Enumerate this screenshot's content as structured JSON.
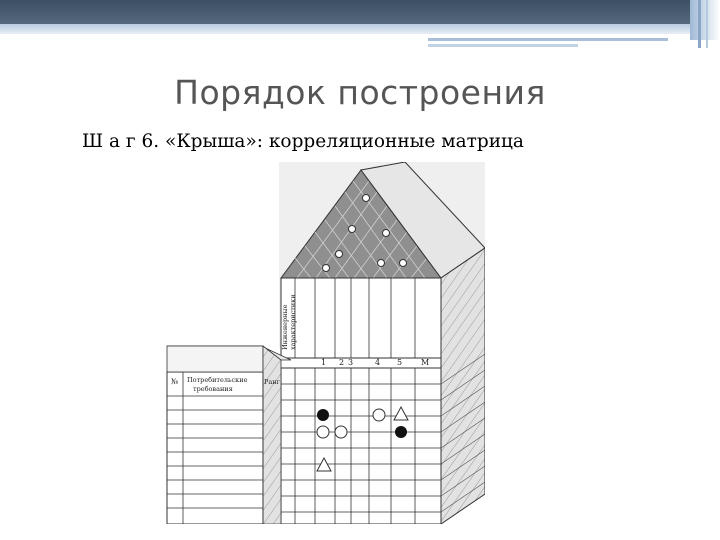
{
  "slide": {
    "title": "Порядок построения",
    "subtitle": "Ш а г 6. «Крыша»: корреляционные матрица"
  },
  "figure": {
    "engineering_label_line1": "Инженерные",
    "engineering_label_line2": "характеристики",
    "column_numbers": [
      "1",
      "2",
      "3",
      "4",
      "5",
      "М"
    ],
    "customer_header_no": "№",
    "customer_header_line1": "Потребительские",
    "customer_header_line2": "требования",
    "rank_header": "Ранг"
  },
  "colors": {
    "top_band": "#3d4f63",
    "roof_fill": "#8f8f8f",
    "grid_line": "#333333",
    "side_face": "#d8d8d8"
  }
}
